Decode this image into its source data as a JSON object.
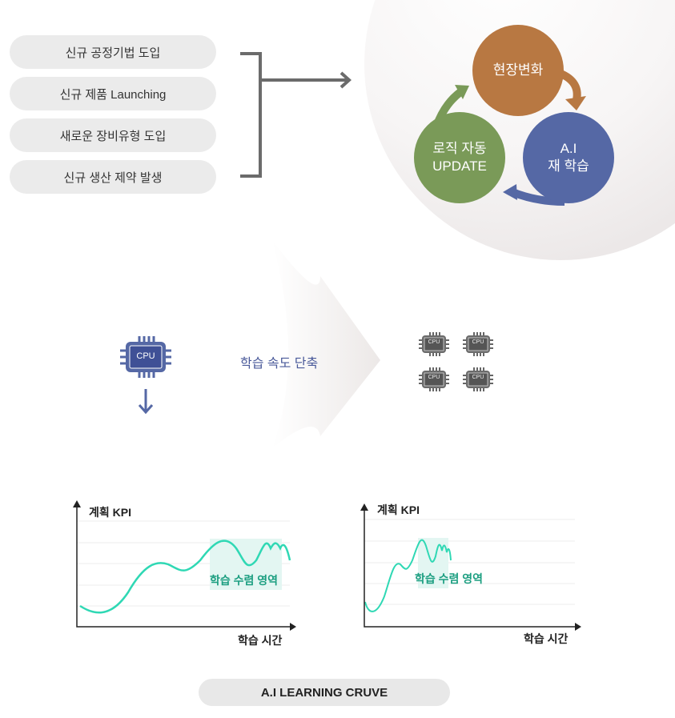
{
  "triggers": [
    "신규 공정기법 도입",
    "신규 제품 Launching",
    "새로운 장비유형 도입",
    "신규 생산 제약 발생"
  ],
  "cycle": {
    "change": "현장변화",
    "retrain_line1": "A.I",
    "retrain_line2": "재 학습",
    "update_line1": "로직 자동",
    "update_line2": "UPDATE"
  },
  "speed": {
    "single_cpu_label": "CPU",
    "caption": "학습 속도 단축",
    "multi_cpu_labels": [
      "CPU",
      "CPU",
      "CPU",
      "CPU"
    ]
  },
  "curves": [
    {
      "ylabel": "계획 KPI",
      "xlabel": "학습 시간",
      "region_label": "학습 수렴 영역"
    },
    {
      "ylabel": "계획 KPI",
      "xlabel": "학습 시간",
      "region_label": "학습 수렴 영역"
    }
  ],
  "footer_label": "A.I LEARNING CRUVE",
  "colors": {
    "orange": "#b87842",
    "green": "#7a9a58",
    "blue": "#5568a5",
    "teal": "#2fd8b4",
    "gray": "#6b6b6b"
  }
}
